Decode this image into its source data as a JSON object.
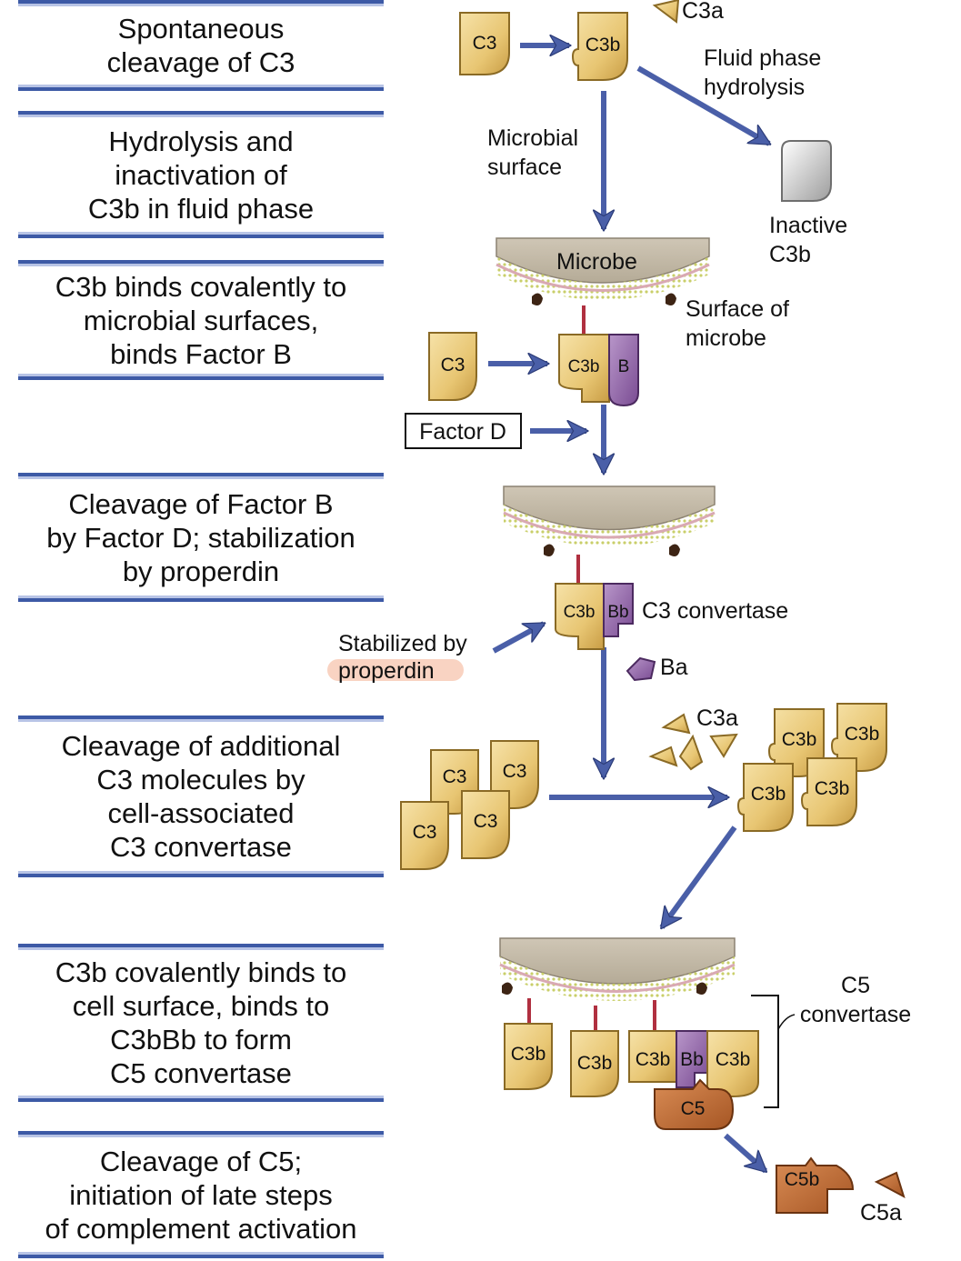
{
  "steps": [
    {
      "text": "Spontaneous\ncleavage of C3"
    },
    {
      "text": "Hydrolysis and\ninactivation of\nC3b in fluid phase"
    },
    {
      "text": "C3b binds covalently to\nmicrobial surfaces,\nbinds Factor B"
    },
    {
      "text": "Cleavage of Factor B\nby Factor D; stabilization\nby properdin"
    },
    {
      "text": "Cleavage of additional\nC3 molecules by\ncell-associated\nC3 convertase"
    },
    {
      "text": "C3b covalently binds to\ncell surface, binds to\nC3bBb to form\nC5 convertase"
    },
    {
      "text": "Cleavage of C5;\ninitiation of late steps\nof complement activation"
    }
  ],
  "labels": {
    "c3": "C3",
    "c3b": "C3b",
    "c3a": "C3a",
    "b": "B",
    "bb": "Bb",
    "ba": "Ba",
    "c5": "C5",
    "c5b": "C5b",
    "c5a": "C5a",
    "fluid_phase_1": "Fluid phase",
    "fluid_phase_2": "hydrolysis",
    "microbial_surface_1": "Microbial",
    "microbial_surface_2": "surface",
    "inactive_c3b_1": "Inactive",
    "inactive_c3b_2": "C3b",
    "microbe": "Microbe",
    "surface_of_microbe_1": "Surface of",
    "surface_of_microbe_2": "microbe",
    "factor_d": "Factor D",
    "c3_convertase": "C3 convertase",
    "stabilized_by": "Stabilized by",
    "properdin": "properdin",
    "c5_convertase_1": "C5",
    "c5_convertase_2": "convertase"
  },
  "colors": {
    "arrow": "#4a5fa8",
    "c3_protein": "#e9c97a",
    "factor_b": "#8a5aa0",
    "c5_protein": "#b8652e",
    "membrane": "#c9bfae",
    "properdin_highlight": "#f9d3c2"
  }
}
